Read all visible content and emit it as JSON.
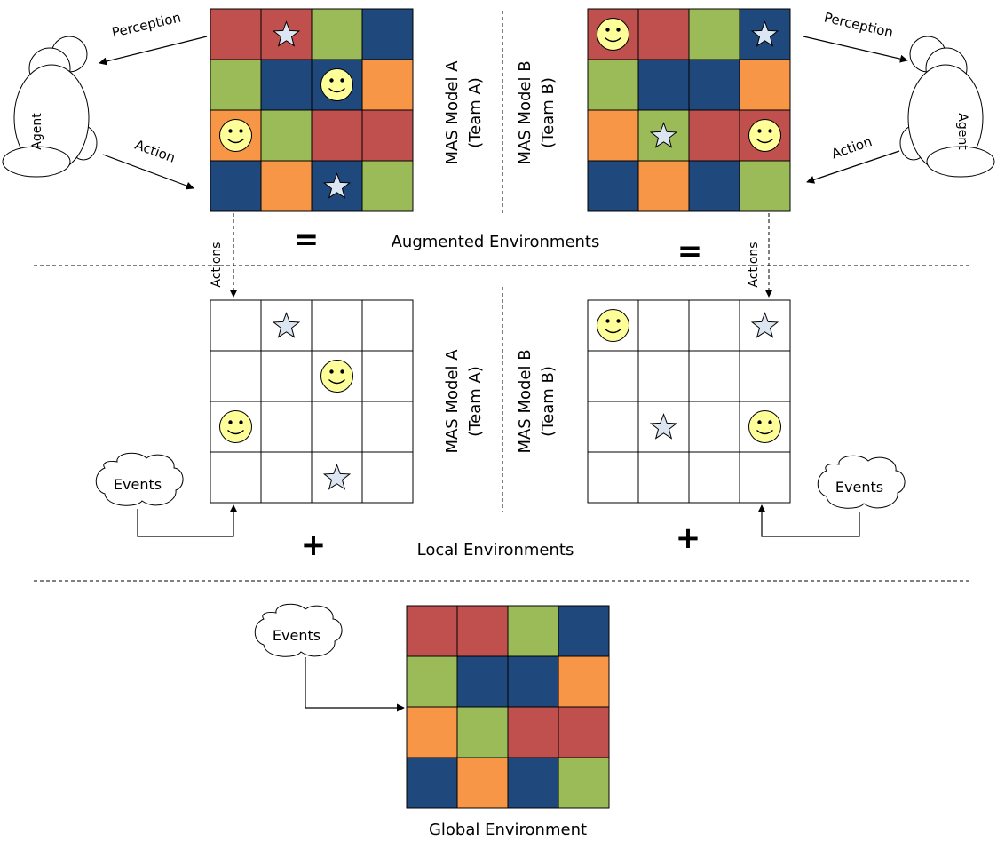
{
  "colors": {
    "red": "#c0504d",
    "green": "#9bbb59",
    "blue": "#1f497d",
    "orange": "#f79646",
    "smiley": "#ffff99",
    "star": "#dce6f2",
    "line": "#000000"
  },
  "labels": {
    "perception": "Perception",
    "action": "Action",
    "actions": "Actions",
    "agent": "Agent",
    "events": "Events",
    "model_a": "MAS Model A",
    "team_a": "(Team A)",
    "model_b": "MAS Model B",
    "team_b": "(Team B)",
    "augmented": "Augmented Environments",
    "local": "Local Environments",
    "global": "Global Environment",
    "equals": "=",
    "plus": "+"
  },
  "grids": {
    "aug_a": {
      "colors": [
        [
          "red",
          "red",
          "green",
          "blue"
        ],
        [
          "green",
          "blue",
          "blue",
          "orange"
        ],
        [
          "orange",
          "green",
          "red",
          "red"
        ],
        [
          "blue",
          "orange",
          "blue",
          "green"
        ]
      ],
      "icons": [
        [
          "",
          "star",
          "",
          ""
        ],
        [
          "",
          "",
          "smiley",
          ""
        ],
        [
          "smiley",
          "",
          "",
          ""
        ],
        [
          "",
          "",
          "star",
          ""
        ]
      ]
    },
    "aug_b": {
      "colors": [
        [
          "red",
          "red",
          "green",
          "blue"
        ],
        [
          "green",
          "blue",
          "blue",
          "orange"
        ],
        [
          "orange",
          "green",
          "red",
          "red"
        ],
        [
          "blue",
          "orange",
          "blue",
          "green"
        ]
      ],
      "icons": [
        [
          "smiley",
          "",
          "",
          "star"
        ],
        [
          "",
          "",
          "",
          ""
        ],
        [
          "",
          "star",
          "",
          "smiley"
        ],
        [
          "",
          "",
          "",
          ""
        ]
      ]
    },
    "local_a": {
      "colors": [
        [
          "",
          "",
          "",
          ""
        ],
        [
          "",
          "",
          "",
          ""
        ],
        [
          "",
          "",
          "",
          ""
        ],
        [
          "",
          "",
          "",
          ""
        ]
      ],
      "icons": [
        [
          "",
          "star",
          "",
          ""
        ],
        [
          "",
          "",
          "smiley",
          ""
        ],
        [
          "smiley",
          "",
          "",
          ""
        ],
        [
          "",
          "",
          "star",
          ""
        ]
      ]
    },
    "local_b": {
      "colors": [
        [
          "",
          "",
          "",
          ""
        ],
        [
          "",
          "",
          "",
          ""
        ],
        [
          "",
          "",
          "",
          ""
        ],
        [
          "",
          "",
          "",
          ""
        ]
      ],
      "icons": [
        [
          "smiley",
          "",
          "",
          "star"
        ],
        [
          "",
          "",
          "",
          ""
        ],
        [
          "",
          "star",
          "",
          "smiley"
        ],
        [
          "",
          "",
          "",
          ""
        ]
      ]
    },
    "global": {
      "colors": [
        [
          "red",
          "red",
          "green",
          "blue"
        ],
        [
          "green",
          "blue",
          "blue",
          "orange"
        ],
        [
          "orange",
          "green",
          "red",
          "red"
        ],
        [
          "blue",
          "orange",
          "blue",
          "green"
        ]
      ],
      "icons": [
        [
          "",
          "",
          "",
          ""
        ],
        [
          "",
          "",
          "",
          ""
        ],
        [
          "",
          "",
          "",
          ""
        ],
        [
          "",
          "",
          "",
          ""
        ]
      ]
    }
  }
}
